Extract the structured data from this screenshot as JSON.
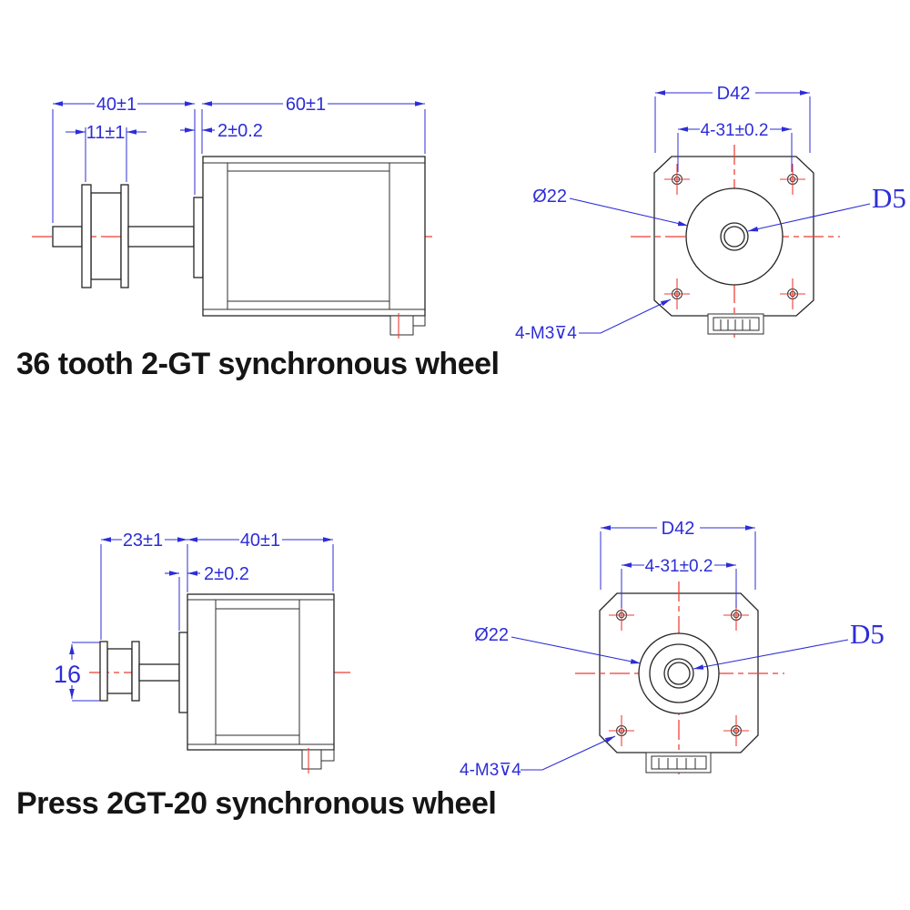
{
  "colors": {
    "outline": "#252525",
    "dimension_blue": "#2d2dd7",
    "centerline_red": "#ee3c34",
    "title_text": "#151515",
    "background": "#ffffff"
  },
  "top_assembly": {
    "title": "36 tooth 2-GT synchronous wheel",
    "side_view": {
      "shaft_length": "40±1",
      "pulley_width": "11±1",
      "body_length": "60±1",
      "boss_depth": "2±0.2"
    },
    "front_view": {
      "body_width": "D42",
      "hole_pattern": "4-31±0.2",
      "pilot_diameter": "Ø22",
      "shaft_diameter": "D5",
      "mounting_holes": "4-M3⊽4"
    }
  },
  "bottom_assembly": {
    "title": "Press 2GT-20 synchronous wheel",
    "side_view": {
      "shaft_length": "23±1",
      "body_length": "40±1",
      "boss_depth": "2±0.2",
      "pulley_diameter": "16"
    },
    "front_view": {
      "body_width": "D42",
      "hole_pattern": "4-31±0.2",
      "pilot_diameter": "Ø22",
      "shaft_diameter": "D5",
      "mounting_holes": "4-M3⊽4"
    }
  }
}
